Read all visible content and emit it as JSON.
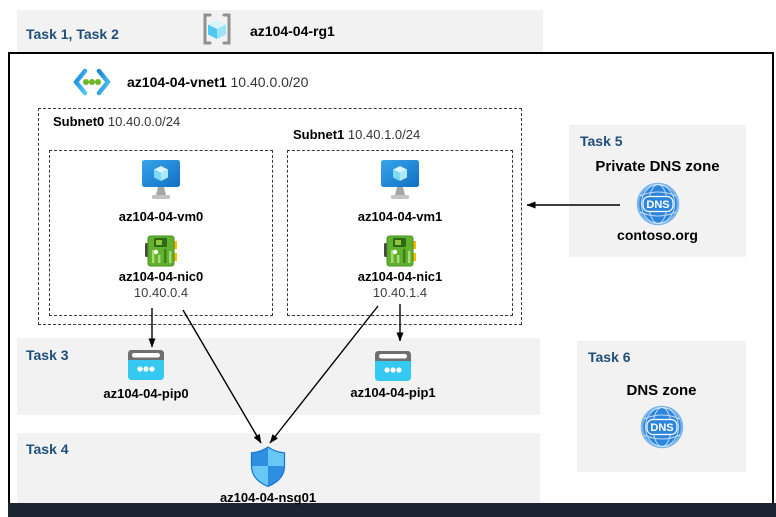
{
  "top": {
    "task_label": "Task 1, Task 2",
    "rg_name": "az104-04-rg1"
  },
  "vnet": {
    "name": "az104-04-vnet1",
    "cidr": "10.40.0.0/20"
  },
  "subnets": [
    {
      "name": "Subnet0",
      "cidr": "10.40.0.0/24",
      "vm": "az104-04-vm0",
      "nic": "az104-04-nic0",
      "ip": "10.40.0.4"
    },
    {
      "name": "Subnet1",
      "cidr": "10.40.1.0/24",
      "vm": "az104-04-vm1",
      "nic": "az104-04-nic1",
      "ip": "10.40.1.4"
    }
  ],
  "task3": {
    "label": "Task 3",
    "pip0": "az104-04-pip0",
    "pip1": "az104-04-pip1"
  },
  "task4": {
    "label": "Task 4",
    "nsg": "az104-04-nsg01"
  },
  "task5": {
    "label": "Task 5",
    "title": "Private DNS zone",
    "zone": "contoso.org"
  },
  "task6": {
    "label": "Task 6",
    "title": "DNS zone"
  },
  "icons": {
    "dns_label": "DNS"
  },
  "colors": {
    "task_accent": "#1f4e79",
    "band_gray": "#f2f2f2",
    "bottom_bar": "#1c2632",
    "vm_blue": "#1b7fd0",
    "nic_green": "#61b12f",
    "pip_cyan": "#35c8f0",
    "shield_blue": "#2e8fe0",
    "shield_light": "#68c7f4",
    "dns_blue": "#2e86dc",
    "vnet_dot_green": "#6db625",
    "nic_yellow": "#ffb900"
  }
}
